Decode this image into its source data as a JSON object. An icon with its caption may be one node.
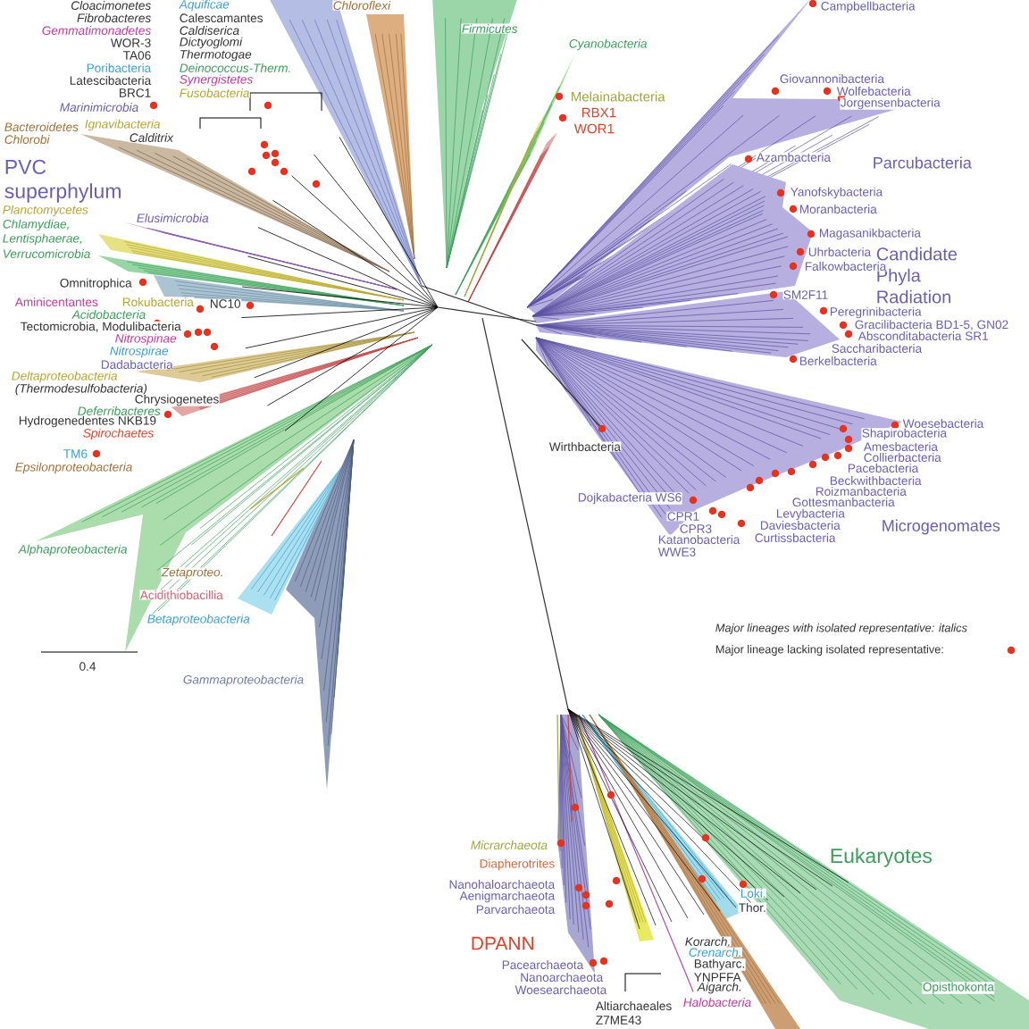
{
  "diagram": {
    "labels": [
      "Cloacimonetes",
      "Aquificae",
      "Chloroflexi",
      "Campbellbacteria",
      "Fibrobacteres",
      "Calescamantes",
      "Gemmatimonadetes",
      "Caldiserica",
      "Firmicutes",
      "WOR-3",
      "Dictyoglomi",
      "Cyanobacteria",
      "TA06",
      "Thermotogae",
      "Poribacteria",
      "Deinococcus-Therm.",
      "Giovannonibacteria",
      "Latescibacteria",
      "Synergistetes",
      "Wolfebacteria",
      "BRC1",
      "Fusobacteria",
      "Melainabacteria",
      "Jorgensenbacteria",
      "Marinimicrobia",
      "RBX1",
      "Bacteroidetes",
      "Ignavibacteria",
      "WOR1",
      "Chlorobi",
      "Calditrix",
      "Azambacteria",
      "Parcubacteria",
      "PVC superphylum",
      "Yanofskybacteria",
      "Moranbacteria",
      "Planctomycetes",
      "Elusimicrobia",
      "Chlamydiae,",
      "Magasanikbacteria",
      "Lentisphaerae,",
      "Uhrbacteria",
      "Verrucomicrobia",
      "Candidate Phyla Radiation",
      "Falkowbacteria",
      "Omnitrophica",
      "SM2F11",
      "NC10",
      "Rokubacteria",
      "Aminicentantes",
      "Peregrinibacteria",
      "Acidobacteria",
      "Gracilibacteria BD1-5, GN02",
      "Tectomicrobia, Modulibacteria",
      "Absconditabacteria SR1",
      "Nitrospinae",
      "Saccharibacteria",
      "Nitrospirae",
      "Dadabacteria",
      "Berkelbacteria",
      "Deltaproteobacteria",
      "(Thermodesulfobacteria)",
      "Chrysiogenetes",
      "Deferribacteres",
      "Hydrogenedentes NKB19",
      "Woesebacteria",
      "Spirochaetes",
      "Shapirobacteria",
      "Wirthbacteria",
      "Amesbacteria",
      "TM6",
      "Collierbacteria",
      "Epsilonproteobacteria",
      "Pacebacteria",
      "Beckwithbacteria",
      "Roizmanbacteria",
      "Dojkabacteria WS6",
      "Gottesmanbacteria",
      "Levybacteria",
      "CPR1",
      "Daviesbacteria",
      "Microgenomates",
      "CPR3",
      "Curtissbacteria",
      "Katanobacteria",
      "Alphaproteobacteria",
      "WWE3",
      "Zetaproteo.",
      "Acidithiobacillia",
      "Betaproteobacteria",
      "Major lineages with isolated representative: italics",
      "Major lineage lacking isolated representative:",
      "0.4",
      "Gammaproteobacteria",
      "Micrarchaeota",
      "Eukaryotes",
      "Diapherotrites",
      "Nanohaloarchaeota",
      "Loki.",
      "Aenigmarchaeota",
      "Parvarchaeota",
      "Thor.",
      "Korarch.",
      "DPANN",
      "Crenarch.",
      "Pacearchaeota",
      "Bathyarc.",
      "Nanoarchaeota",
      "YNPFFA",
      "Aigarch.",
      "Opisthokonta",
      "Woesearchaeota",
      "Halobacteria",
      "Altiarchaeales",
      "Z7ME43"
    ]
  }
}
